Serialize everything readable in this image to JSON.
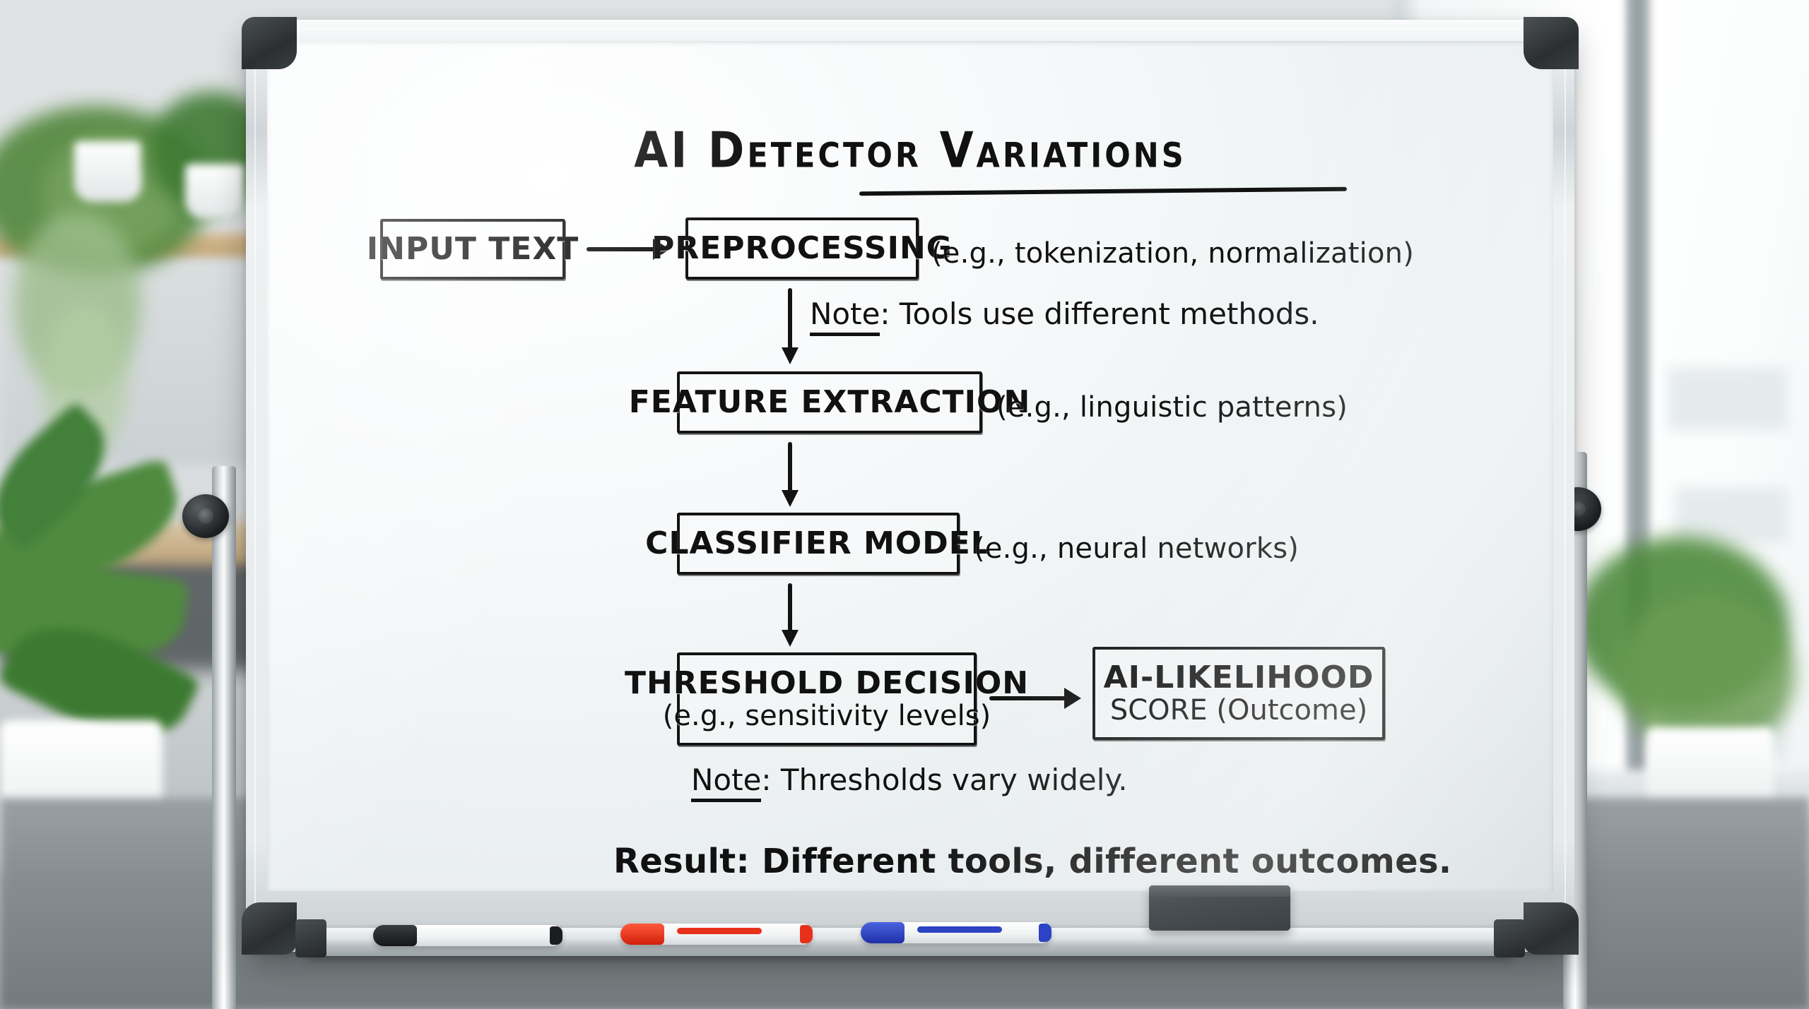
{
  "scene": {
    "description": "office-whiteboard-photo",
    "background_color": "#cfd4d6",
    "ink_color": "#131313"
  },
  "whiteboard": {
    "title": "AI Detector Variations",
    "diagram": {
      "nodes": [
        {
          "id": "input-text",
          "label": "INPUT TEXT",
          "sublabel": "",
          "annotation": ""
        },
        {
          "id": "preprocessing",
          "label": "PREPROCESSING",
          "sublabel": "",
          "annotation": "(e.g., tokenization, normalization)"
        },
        {
          "id": "feature-extraction",
          "label": "FEATURE EXTRACTION",
          "sublabel": "",
          "annotation": "(e.g., linguistic patterns)"
        },
        {
          "id": "classifier-model",
          "label": "CLASSIFIER MODEL",
          "sublabel": "",
          "annotation": "(e.g., neural networks)"
        },
        {
          "id": "threshold-decision",
          "label": "THRESHOLD DECISION",
          "sublabel": "(e.g., sensitivity levels)",
          "annotation": ""
        },
        {
          "id": "ai-likelihood-score",
          "label": "AI-LIKELIHOOD",
          "sublabel": "SCORE (Outcome)",
          "annotation": ""
        }
      ],
      "notes": [
        {
          "id": "note-methods",
          "prefix": "Note",
          "text": ": Tools use different methods."
        },
        {
          "id": "note-thresholds",
          "prefix": "Note",
          "text": ": Thresholds vary widely."
        }
      ],
      "result": "Result: Different tools, different outcomes."
    }
  },
  "hardware": {
    "markers": [
      {
        "name": "black-marker",
        "color": "#1b1d1f"
      },
      {
        "name": "red-marker",
        "color": "#e8311a"
      },
      {
        "name": "blue-marker",
        "color": "#2b43c4"
      }
    ],
    "eraser": {
      "name": "whiteboard-eraser",
      "color": "#4a5053"
    },
    "frame_corner_color": "#2b2f31",
    "tray_color": "#b9c0c3"
  }
}
